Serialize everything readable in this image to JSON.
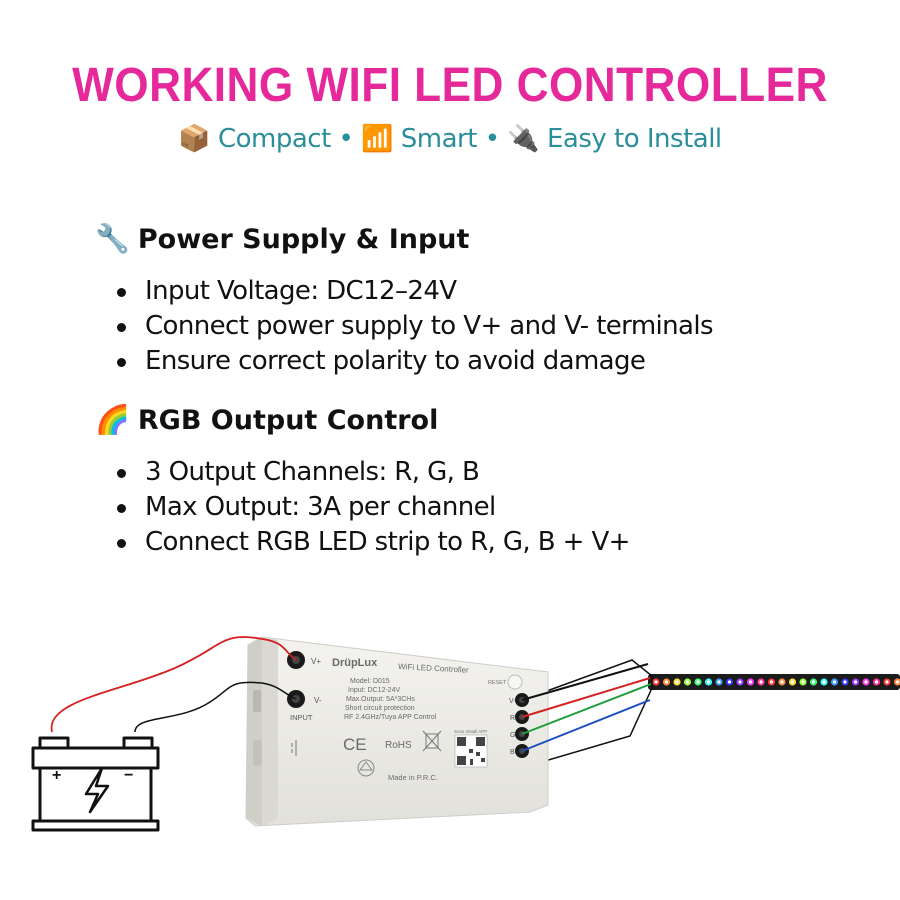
{
  "header": {
    "title": "WORKING WIFI LED CONTROLLER",
    "features": [
      {
        "icon": "📦",
        "label": "Compact"
      },
      {
        "icon": "📶",
        "label": "Smart"
      },
      {
        "icon": "🔌",
        "label": "Easy to Install"
      }
    ],
    "separator": "•"
  },
  "sections": [
    {
      "icon": "🔧",
      "heading": "Power Supply & Input",
      "bullets": [
        "Input Voltage: DC12–24V",
        "Connect power supply to V+ and V- terminals",
        "Ensure correct polarity to avoid damage"
      ]
    },
    {
      "icon": "🌈",
      "heading": "RGB Output Control",
      "bullets": [
        "3 Output Channels: R, G, B",
        "Max Output: 3A per channel",
        "Connect RGB LED strip to R, G, B + V+"
      ]
    }
  ],
  "device": {
    "brand": "DrüpLux",
    "product": "WiFi LED Controller",
    "specs": [
      "Model: D015",
      "Input: DC12-24V",
      "Max.Output: 5A*3CHs",
      "Short circuit protection",
      "RF 2.4GHz/Tuya APP Control"
    ],
    "input_terminals": [
      "V+",
      "V-"
    ],
    "input_label": "INPUT",
    "output_terminals": [
      "V+",
      "R",
      "G",
      "B"
    ],
    "reset_label": "RESET",
    "certifications": [
      "CE",
      "RoHS"
    ],
    "made_in": "Made in P.R.C.",
    "qr_caption": "Scan Install APP"
  },
  "battery": {
    "plus": "+",
    "minus": "−"
  },
  "colors": {
    "title": "#e6299a",
    "subtitle": "#2a8f9a",
    "wire_red": "#d42020",
    "wire_black": "#111111",
    "wire_green": "#1e9e3a",
    "wire_blue": "#1f4fbf",
    "device_body": "#ecebe6"
  }
}
